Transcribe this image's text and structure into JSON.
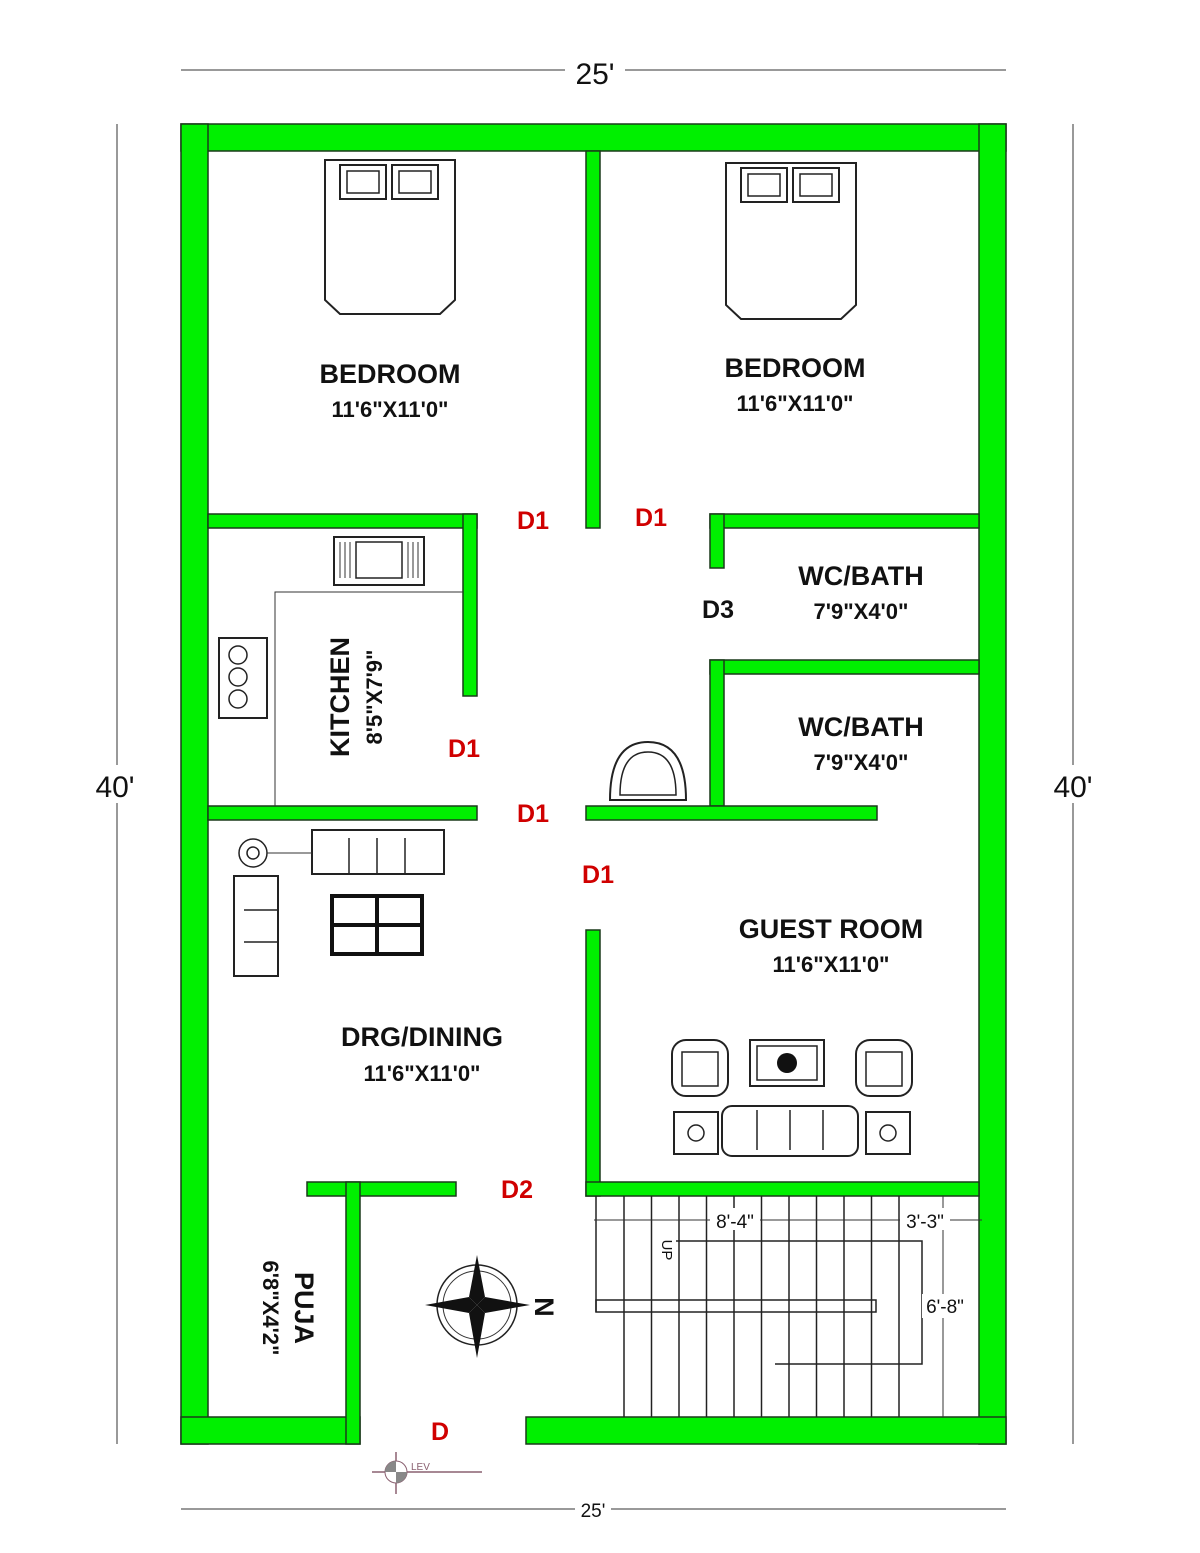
{
  "dimensions": {
    "top_width": "25'",
    "bottom_width": "25'",
    "left_height": "40'",
    "right_height": "40'"
  },
  "rooms": [
    {
      "name": "BEDROOM",
      "size": "11'6\"X11'0\""
    },
    {
      "name": "BEDROOM",
      "size": "11'6\"X11'0\""
    },
    {
      "name": "KITCHEN",
      "size": "8'5\"X7'9\""
    },
    {
      "name": "WC/BATH",
      "size": "7'9\"X4'0\""
    },
    {
      "name": "WC/BATH",
      "size": "7'9\"X4'0\""
    },
    {
      "name": "GUEST ROOM",
      "size": "11'6\"X11'0\""
    },
    {
      "name": "DRG/DINING",
      "size": "11'6\"X11'0\""
    },
    {
      "name": "PUJA",
      "size": "6'8\"X4'2\""
    }
  ],
  "doors": [
    "D1",
    "D1",
    "D3",
    "D1",
    "D1",
    "D1",
    "D2",
    "D"
  ],
  "stair": {
    "run": "8'-4\"",
    "landing": "3'-3\"",
    "width": "6'-8\"",
    "direction": "UP"
  },
  "compass": {
    "label": "N"
  },
  "level_marker": "LEV",
  "colors": {
    "wall": "#00f000",
    "door_label": "#d00000"
  }
}
